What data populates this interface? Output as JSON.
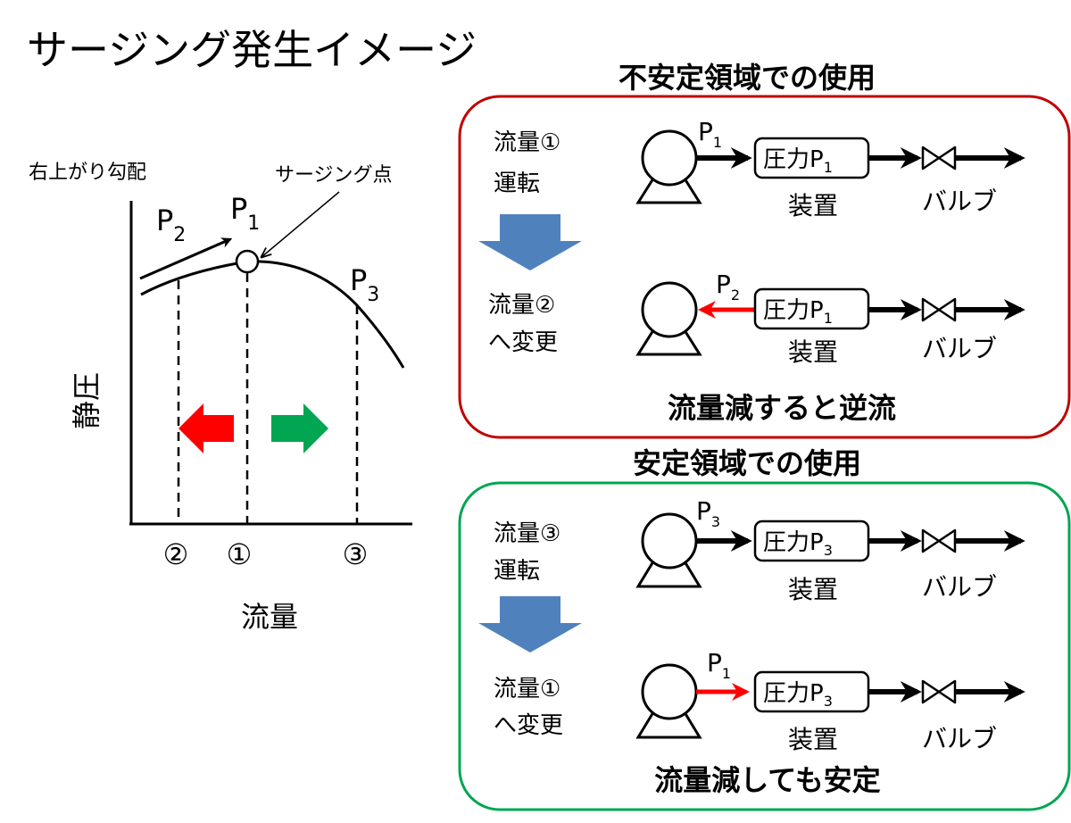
{
  "title": "サージング発生イメージ",
  "graph": {
    "slope_note": "右上がり勾配",
    "surge_point_label": "サージング点",
    "p_labels": {
      "p1": {
        "main": "P",
        "sub": "1"
      },
      "p2": {
        "main": "P",
        "sub": "2"
      },
      "p3": {
        "main": "P",
        "sub": "3"
      }
    },
    "y_axis_label": "静圧",
    "x_axis_label": "流量",
    "x_markers": [
      "②",
      "①",
      "③"
    ],
    "colors": {
      "decrease_arrow": "#ff0000",
      "increase_arrow": "#00a651"
    }
  },
  "unstable": {
    "heading": "不安定領域での使用",
    "border_color": "#c00000",
    "row1": {
      "control": [
        "流量①",
        "運転"
      ],
      "p_main": "P",
      "p_sub": "1",
      "box_main": "圧力P",
      "box_sub": "1",
      "device": "装置",
      "valve": "バルブ",
      "flow_color": "#000000"
    },
    "row2": {
      "control": [
        "流量②",
        "へ変更"
      ],
      "p_main": "P",
      "p_sub": "2",
      "box_main": "圧力P",
      "box_sub": "1",
      "device": "装置",
      "valve": "バルブ",
      "flow_color": "#ff0000"
    },
    "conclusion": "流量減すると逆流"
  },
  "stable": {
    "heading": "安定領域での使用",
    "border_color": "#00a651",
    "row1": {
      "control": [
        "流量③",
        "運転"
      ],
      "p_main": "P",
      "p_sub": "3",
      "box_main": "圧力P",
      "box_sub": "3",
      "device": "装置",
      "valve": "バルブ",
      "flow_color": "#000000"
    },
    "row2": {
      "control": [
        "流量①",
        "へ変更"
      ],
      "p_main": "P",
      "p_sub": "1",
      "box_main": "圧力P",
      "box_sub": "3",
      "device": "装置",
      "valve": "バルブ",
      "flow_color": "#ff0000"
    },
    "conclusion": "流量減しても安定"
  },
  "step_arrow_color": "#4f81bd"
}
